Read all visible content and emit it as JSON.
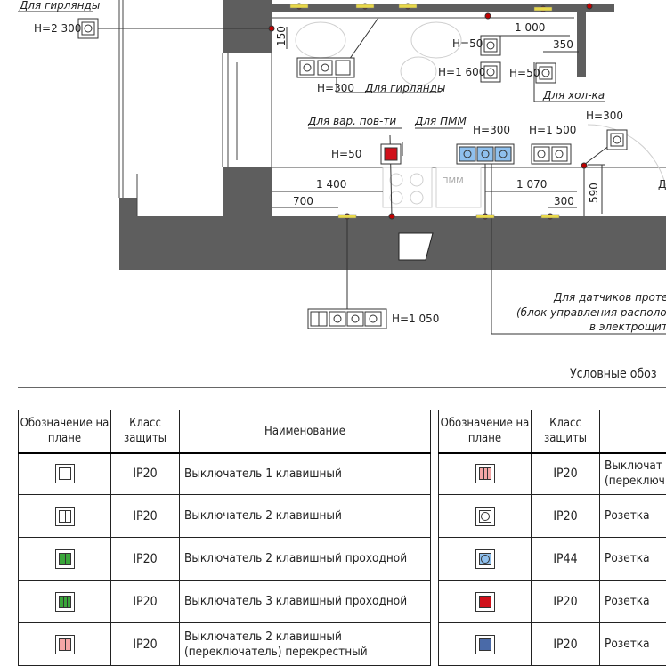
{
  "plan": {
    "labels": {
      "garland_top": "Для гирлянды",
      "h2300": "H=2 300",
      "dim150": "150",
      "h300_a": "H=300",
      "garland_mid": "Для гирлянды",
      "h50_a": "H=50",
      "h1600": "H=1 600",
      "dim1000": "1 000",
      "dim350": "350",
      "h50_b": "H=50",
      "fridge": "Для хол-ка",
      "h300_b": "H=300",
      "cooktop": "Для вар. пов-ти",
      "dishwasher": "Для ПММ",
      "h300_c": "H=300",
      "h1500": "H=1 500",
      "h50_c": "H=50",
      "dim1400": "1 400",
      "dim700": "700",
      "pmm": "ПММ",
      "dim1070": "1 070",
      "dim300": "300",
      "dim590": "590",
      "cut_d": "Д",
      "h1050": "H=1 050",
      "leak_line1": "Для датчиков проте",
      "leak_line2": "(блок управления располож",
      "leak_line3": "в электрощит"
    }
  },
  "legend": {
    "title": "Условные обоз",
    "headers": {
      "symbol": "Обозначение на плане",
      "class": "Класс защиты",
      "name": "Наименование"
    },
    "left_rows": [
      {
        "icon": "switch-1-key-icon",
        "ip": "IP20",
        "name": "Выключатель 1 клавишный"
      },
      {
        "icon": "switch-2-key-icon",
        "ip": "IP20",
        "name": "Выключатель 2 клавишный"
      },
      {
        "icon": "switch-2-key-pass-icon",
        "ip": "IP20",
        "name": "Выключатель 2 клавишный проходной"
      },
      {
        "icon": "switch-3-key-pass-icon",
        "ip": "IP20",
        "name": "Выключатель 3 клавишный проходной"
      },
      {
        "icon": "switch-2-key-cross-icon",
        "ip": "IP20",
        "name": "Выключатель 2 клавишный (переключатель) перекрестный"
      }
    ],
    "right_rows": [
      {
        "icon": "switch-pink-icon",
        "ip": "IP20",
        "name": "Выключат (переключ"
      },
      {
        "icon": "socket-icon",
        "ip": "IP20",
        "name": "Розетка"
      },
      {
        "icon": "socket-blue-icon",
        "ip": "IP44",
        "name": "Розетка"
      },
      {
        "icon": "socket-red-icon",
        "ip": "IP20",
        "name": "Розетка"
      },
      {
        "icon": "socket-navy-icon",
        "ip": "IP20",
        "name": "Розетка"
      }
    ],
    "colors": {
      "green": "#3aa63a",
      "pink": "#f4a6a6",
      "blue": "#8fc0ee",
      "red": "#d0101a",
      "navy": "#4a6aa8",
      "wall": "#5e5e5e"
    }
  }
}
